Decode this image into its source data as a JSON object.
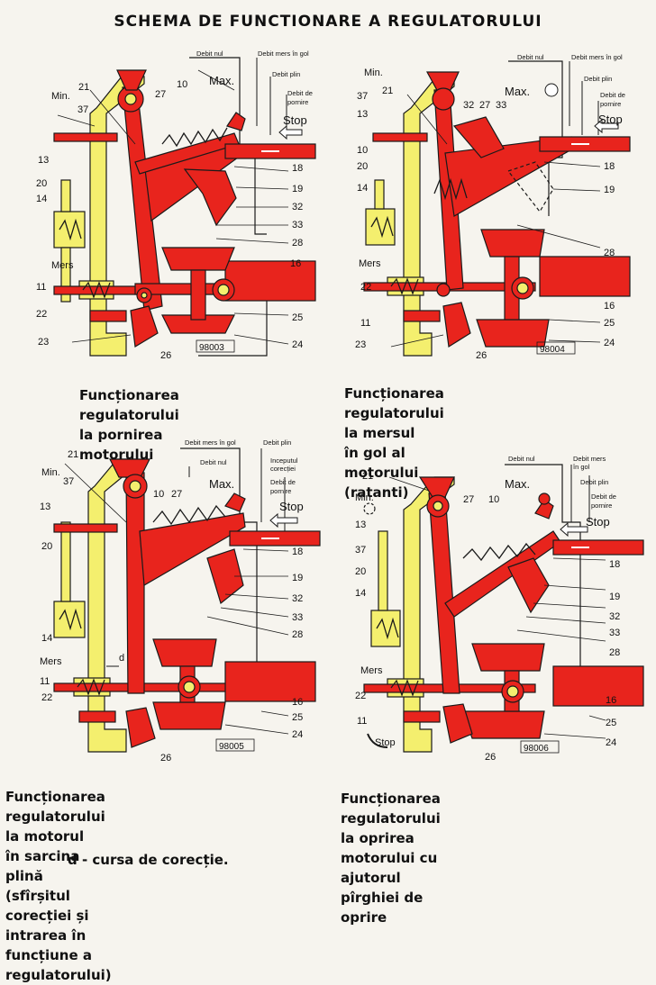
{
  "title": "SCHEMA DE FUNCTIONARE A REGULATORULUI",
  "colors": {
    "red": "#e8241d",
    "yellow": "#f4ef6e",
    "outline": "#1a1a1a",
    "hatch": "#ffffff"
  },
  "panels": [
    {
      "code": "98003",
      "caption_lines": [
        "Funcționarea regulatorului",
        "la pornirea motorului"
      ],
      "headers": [
        "Debit nul",
        "Debit mers în gol",
        "Debit plin",
        "Debit de",
        "pornire"
      ],
      "labels": {
        "min": "Min.",
        "max": "Max.",
        "mers": "Mers",
        "stop": "Stop",
        "n21": "21",
        "n37": "37",
        "n27": "27",
        "n10": "10",
        "n13": "13",
        "n20": "20",
        "n14": "14",
        "n11": "11",
        "n22": "22",
        "n23": "23",
        "n26": "26",
        "n18": "18",
        "n19": "19",
        "n32": "32",
        "n33": "33",
        "n28": "28",
        "n16": "16",
        "n25": "25",
        "n24": "24"
      }
    },
    {
      "code": "98004",
      "caption_lines": [
        "Funcționarea regulatorului la mersul",
        "în gol al motorului (ratanti)"
      ],
      "headers": [
        "Debit nul",
        "Debit mers în gol",
        "Debit plin",
        "Debit de",
        "pornire"
      ],
      "labels": {
        "min": "Min.",
        "max": "Max.",
        "mers": "Mers",
        "stop": "Stop",
        "n21": "21",
        "n37": "37",
        "n27": "27",
        "n32": "32",
        "n33": "33",
        "n13": "13",
        "n10": "10",
        "n20": "20",
        "n14": "14",
        "n22": "22",
        "n11": "11",
        "n23": "23",
        "n26": "26",
        "n18": "18",
        "n19": "19",
        "n28": "28",
        "n16": "16",
        "n25": "25",
        "n24": "24"
      }
    },
    {
      "code": "98005",
      "caption_lines": [
        "Funcționarea regulatorului la motorul",
        "în sarcina plină (sfîrșitul corecției și",
        "intrarea în funcțiune a regulatorului)"
      ],
      "headers": [
        "Debit mers în gol",
        "Debit plin",
        "Debit nul",
        "Inceputul",
        "corecției",
        "Debit de",
        "pornire"
      ],
      "labels": {
        "min": "Min.",
        "max": "Max.",
        "mers": "Mers",
        "stop": "Stop",
        "d": "d",
        "n21": "21",
        "n37": "37",
        "n27": "27",
        "n10": "10",
        "n13": "13",
        "n20": "20",
        "n14": "14",
        "n11": "11",
        "n22": "22",
        "n26": "26",
        "n18": "18",
        "n19": "19",
        "n32": "32",
        "n33": "33",
        "n28": "28",
        "n16": "16",
        "n25": "25",
        "n24": "24"
      }
    },
    {
      "code": "98006",
      "caption_lines": [
        "Funcționarea regulatorului la oprirea",
        "motorului cu ajutorul pîrghiei de oprire"
      ],
      "headers": [
        "Debit nul",
        "Debit mers",
        "în gol",
        "Debit plin",
        "Debit de",
        "pornire"
      ],
      "labels": {
        "min": "Min.",
        "max": "Max.",
        "mers": "Mers",
        "stop": "Stop",
        "stop2": "Stop",
        "n21": "21",
        "n27": "27",
        "n10": "10",
        "n13": "13",
        "n37": "37",
        "n20": "20",
        "n14": "14",
        "n22": "22",
        "n11": "11",
        "n26": "26",
        "n18": "18",
        "n19": "19",
        "n32": "32",
        "n33": "33",
        "n28": "28",
        "n16": "16",
        "n25": "25",
        "n24": "24"
      }
    }
  ],
  "note": "d - cursa de corecție."
}
